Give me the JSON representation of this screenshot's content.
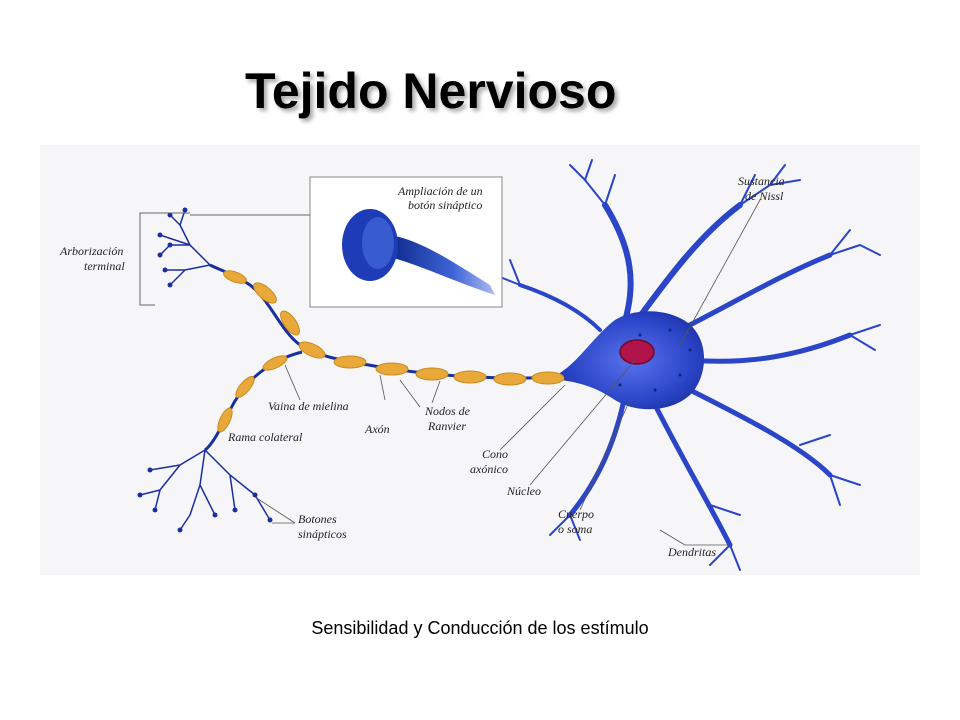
{
  "slide": {
    "title": "Tejido Nervioso",
    "caption": "Sensibilidad y Conducción de los estímulo"
  },
  "diagram": {
    "labels": {
      "arborizacion_1": "Arborización",
      "arborizacion_2": "terminal",
      "ampliacion_1": "Ampliación de un",
      "ampliacion_2": "botón sináptico",
      "sustancia_1": "Sustancia",
      "sustancia_2": "de Nissl",
      "vaina": "Vaina de mielina",
      "nodos_1": "Nodos de",
      "nodos_2": "Ranvier",
      "rama": "Rama colateral",
      "axon": "Axón",
      "cono_1": "Cono",
      "cono_2": "axónico",
      "nucleo": "Núcleo",
      "cuerpo_1": "Cuerpo",
      "cuerpo_2": "o soma",
      "botones_1": "Botones",
      "botones_2": "sinápticos",
      "dendritas": "Dendritas"
    },
    "colors": {
      "neuron_blue": "#2b45c8",
      "myelin": "#e8a93a",
      "nucleus": "#b0124a"
    }
  }
}
